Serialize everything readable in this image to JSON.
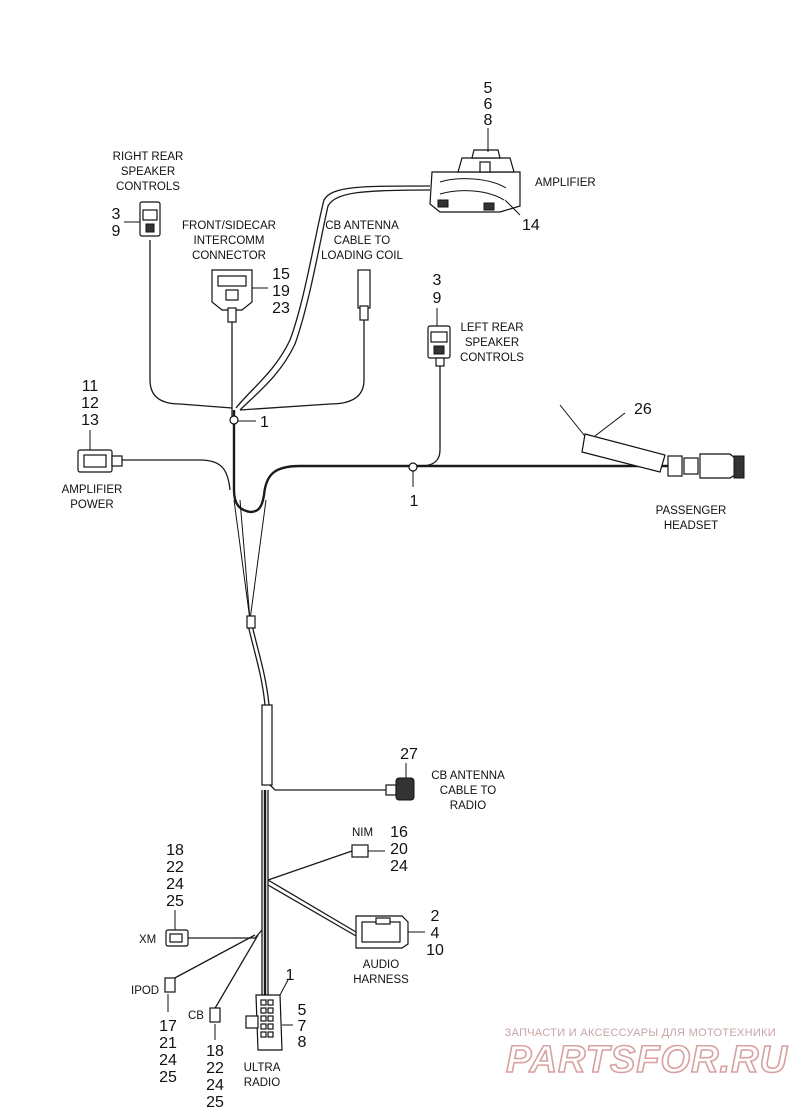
{
  "labels": {
    "amplifier": "AMPLIFIER",
    "right_rear_speaker_controls": [
      "RIGHT REAR",
      "SPEAKER",
      "CONTROLS"
    ],
    "front_sidecar_intercomm": [
      "FRONT/SIDECAR",
      "INTERCOMM",
      "CONNECTOR"
    ],
    "cb_antenna_loading_coil": [
      "CB ANTENNA",
      "CABLE TO",
      "LOADING COIL"
    ],
    "left_rear_speaker_controls": [
      "LEFT REAR",
      "SPEAKER",
      "CONTROLS"
    ],
    "amplifier_power": [
      "AMPLIFIER",
      "POWER"
    ],
    "passenger_headset": [
      "PASSENGER",
      "HEADSET"
    ],
    "cb_antenna_radio": [
      "CB ANTENNA",
      "CABLE TO",
      "RADIO"
    ],
    "nim": "NIM",
    "audio_harness": [
      "AUDIO",
      "HARNESS"
    ],
    "xm": "XM",
    "ipod": "IPOD",
    "cb": "CB",
    "ultra_radio": [
      "ULTRA",
      "RADIO"
    ]
  },
  "callouts": {
    "amplifier_top": [
      "5",
      "6",
      "8"
    ],
    "amplifier_side": "14",
    "right_rear": [
      "3",
      "9"
    ],
    "intercomm": [
      "15",
      "19",
      "23"
    ],
    "left_rear": [
      "3",
      "9"
    ],
    "clip_upper": "1",
    "amp_power": [
      "11",
      "12",
      "13"
    ],
    "clip_lower": "1",
    "headset": "26",
    "cb_radio": "27",
    "nim": [
      "16",
      "20",
      "24"
    ],
    "xm": [
      "18",
      "22",
      "24",
      "25"
    ],
    "audio_harness": [
      "2",
      "4",
      "10"
    ],
    "ultra_radio_top": "1",
    "ultra_radio_side": [
      "5",
      "7",
      "8"
    ],
    "ipod": [
      "17",
      "21",
      "24",
      "25"
    ],
    "cb": [
      "18",
      "22",
      "24",
      "25"
    ]
  },
  "watermark": {
    "top": "ЗАПЧАСТИ И АКСЕССУАРЫ ДЛЯ МОТОТЕХНИКИ",
    "brand": "PARTSFOR.RU"
  }
}
